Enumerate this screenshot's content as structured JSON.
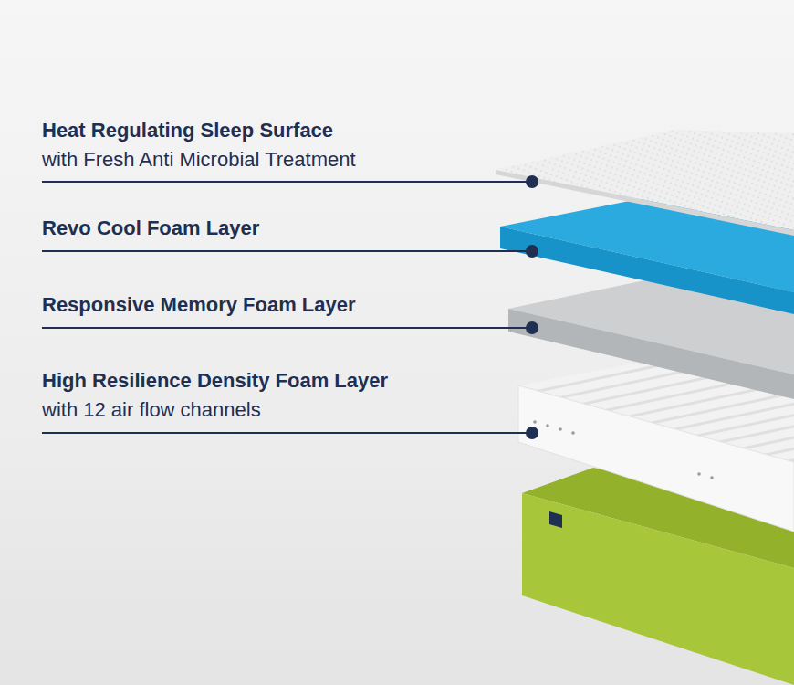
{
  "diagram": {
    "labels": [
      "Heat Regulating Sleep Surface",
      "with Fresh Anti Microbial Treatment",
      "Revo Cool Foam Layer",
      "Responsive Memory Foam Layer",
      "High Resilience Density Foam Layer",
      "with 12 air flow channels"
    ]
  }
}
